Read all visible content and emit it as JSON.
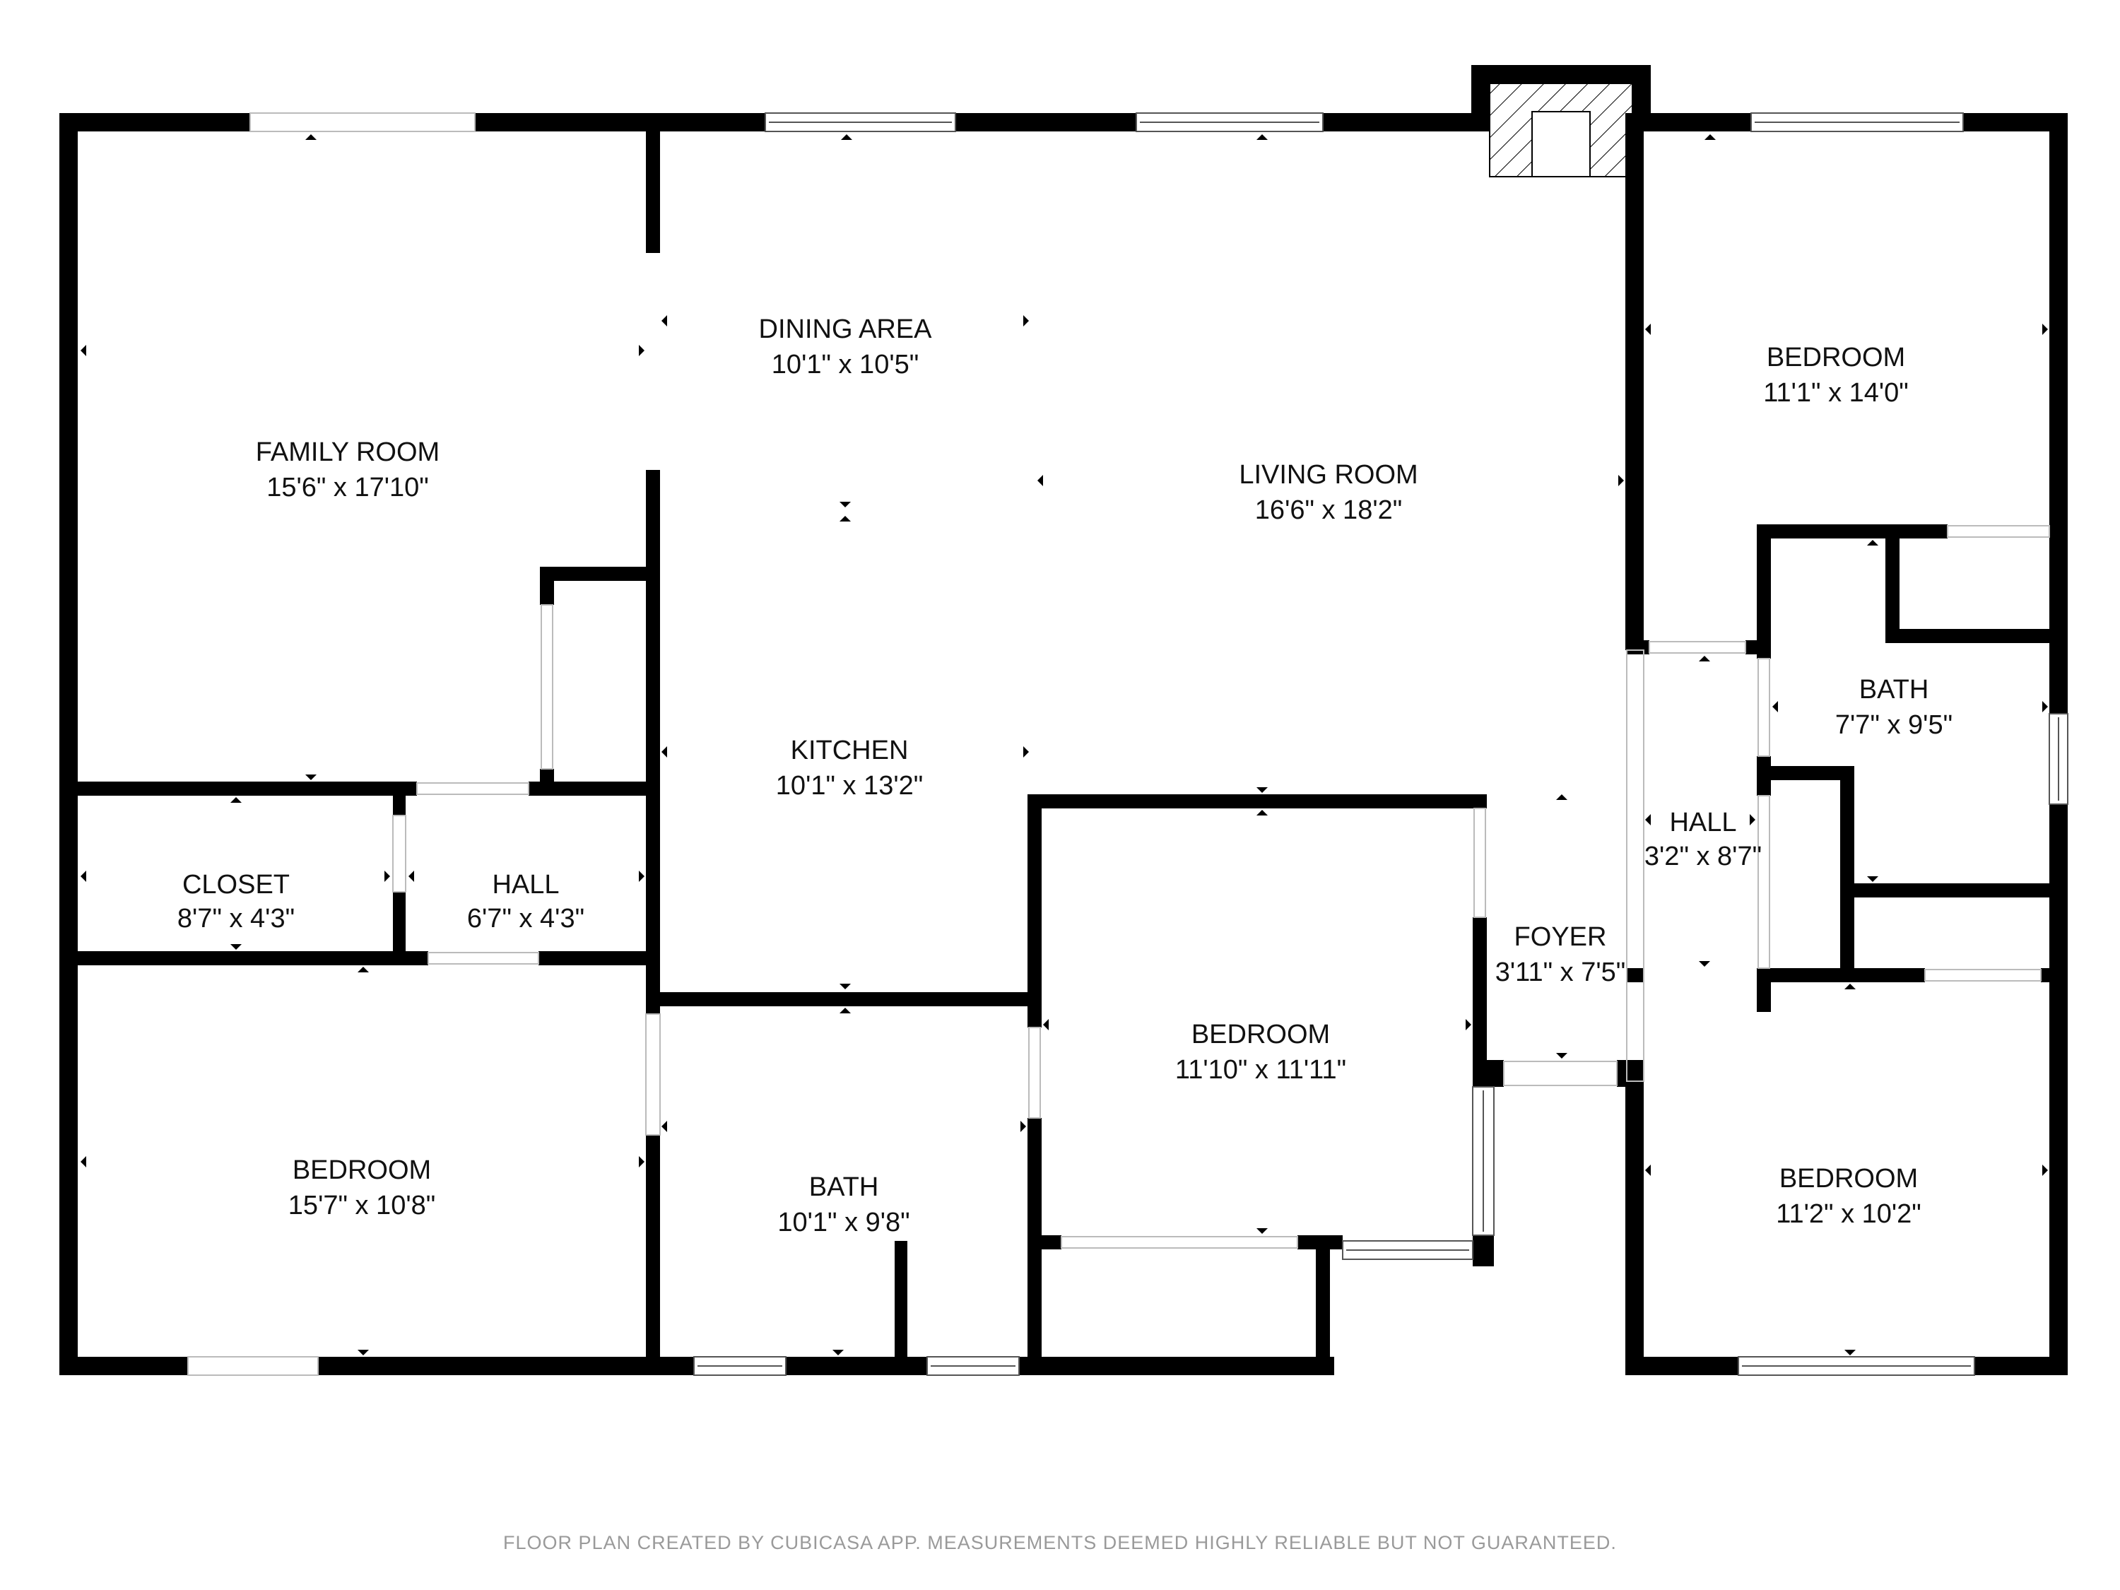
{
  "rooms": {
    "family_room": {
      "name": "FAMILY ROOM",
      "dims": "15'6\" x 17'10\""
    },
    "dining_area": {
      "name": "DINING AREA",
      "dims": "10'1\" x 10'5\""
    },
    "living_room": {
      "name": "LIVING ROOM",
      "dims": "16'6\" x 18'2\""
    },
    "bedroom_ne": {
      "name": "BEDROOM",
      "dims": "11'1\" x 14'0\""
    },
    "kitchen": {
      "name": "KITCHEN",
      "dims": "10'1\" x 13'2\""
    },
    "bath_east": {
      "name": "BATH",
      "dims": "7'7\" x 9'5\""
    },
    "closet": {
      "name": "CLOSET",
      "dims": "8'7\" x 4'3\""
    },
    "hall_west": {
      "name": "HALL",
      "dims": "6'7\" x 4'3\""
    },
    "hall_east": {
      "name": "HALL",
      "dims": "3'2\" x 8'7\""
    },
    "foyer": {
      "name": "FOYER",
      "dims": "3'11\" x 7'5\""
    },
    "bedroom_center": {
      "name": "BEDROOM",
      "dims": "11'10\" x 11'11\""
    },
    "bedroom_sw": {
      "name": "BEDROOM",
      "dims": "15'7\" x 10'8\""
    },
    "bath_south": {
      "name": "BATH",
      "dims": "10'1\" x 9'8\""
    },
    "bedroom_se": {
      "name": "BEDROOM",
      "dims": "11'2\" x 10'2\""
    }
  },
  "disclaimer": "FLOOR PLAN CREATED BY CUBICASA APP. MEASUREMENTS DEEMED HIGHLY RELIABLE BUT NOT GUARANTEED.",
  "colors": {
    "wall": "#000000",
    "window": "#555555",
    "text": "#111111",
    "disclaimer": "#9a9a9a"
  }
}
